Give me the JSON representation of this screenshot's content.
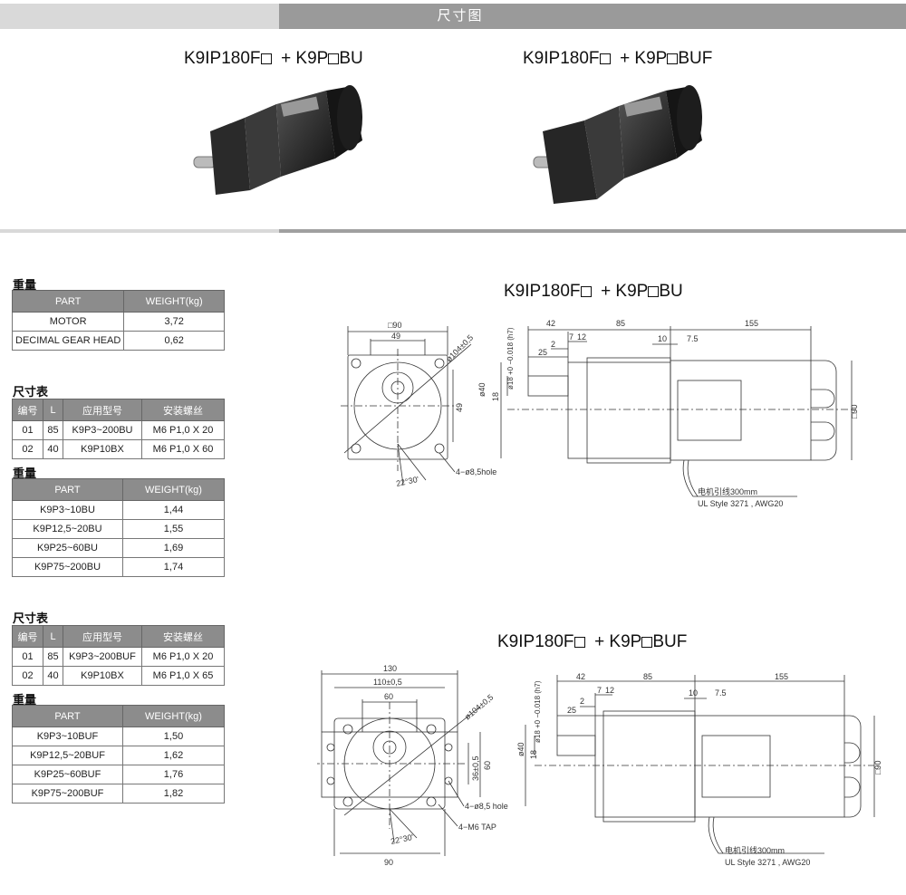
{
  "header": {
    "title": "尺寸图"
  },
  "products": [
    {
      "prefix": "K9IP180F",
      "joiner": "+ K9P",
      "suffix": "BU"
    },
    {
      "prefix": "K9IP180F",
      "joiner": "+ K9P",
      "suffix": "BUF"
    }
  ],
  "drawings": [
    {
      "prefix": "K9IP180F",
      "joiner": "+ K9P",
      "suffix": "BU"
    },
    {
      "prefix": "K9IP180F",
      "joiner": "+ K9P",
      "suffix": "BUF"
    }
  ],
  "motor_weight": {
    "label": "重量",
    "headers": [
      "PART",
      "WEIGHT(kg)"
    ],
    "rows": [
      [
        "MOTOR",
        "3,72"
      ],
      [
        "DECIMAL GEAR HEAD",
        "0,62"
      ]
    ]
  },
  "bu_dims": {
    "label": "尺寸表",
    "headers": [
      "编号",
      "L",
      "应用型号",
      "安装螺丝"
    ],
    "rows": [
      [
        "01",
        "85",
        "K9P3~200BU",
        "M6 P1,0 X 20"
      ],
      [
        "02",
        "40",
        "K9P10BX",
        "M6 P1,0 X 60"
      ]
    ]
  },
  "bu_weight": {
    "label": "重量",
    "headers": [
      "PART",
      "WEIGHT(kg)"
    ],
    "rows": [
      [
        "K9P3~10BU",
        "1,44"
      ],
      [
        "K9P12,5~20BU",
        "1,55"
      ],
      [
        "K9P25~60BU",
        "1,69"
      ],
      [
        "K9P75~200BU",
        "1,74"
      ]
    ]
  },
  "buf_dims": {
    "label": "尺寸表",
    "headers": [
      "编号",
      "L",
      "应用型号",
      "安装螺丝"
    ],
    "rows": [
      [
        "01",
        "85",
        "K9P3~200BUF",
        "M6 P1,0 X 20"
      ],
      [
        "02",
        "40",
        "K9P10BX",
        "M6 P1,0 X 65"
      ]
    ]
  },
  "buf_weight": {
    "label": "重量",
    "headers": [
      "PART",
      "WEIGHT(kg)"
    ],
    "rows": [
      [
        "K9P3~10BUF",
        "1,50"
      ],
      [
        "K9P12,5~20BUF",
        "1,62"
      ],
      [
        "K9P25~60BUF",
        "1,76"
      ],
      [
        "K9P75~200BUF",
        "1,82"
      ]
    ]
  },
  "drawing1": {
    "front": {
      "sq": "□90",
      "w49": "49",
      "dia": "ø104±0,5",
      "h49": "49",
      "angle": "22°30'",
      "hole": "4−ø8,5hole"
    },
    "side": {
      "d42": "42",
      "d85": "85",
      "d155": "155",
      "d7": "7",
      "d12": "12",
      "d25": "25",
      "d2": "2",
      "d10": "10",
      "d75": "7.5",
      "shaft": "ø18 +0 −0.018 (h7)",
      "d40": "ø40",
      "d18": "18",
      "sq90": "□90"
    },
    "lead": {
      "line1": "电机引线300mm",
      "line2": "UL Style 3271 , AWG20"
    }
  },
  "drawing2": {
    "front": {
      "w130": "130",
      "w110": "110±0,5",
      "w60": "60",
      "dia": "ø104±0,5",
      "h36": "36±0,5",
      "h60": "60",
      "hole": "4−ø8,5 hole",
      "tap": "4−M6 TAP",
      "angle": "22°30'",
      "w90": "90"
    },
    "side": {
      "d42": "42",
      "d85": "85",
      "d155": "155",
      "d7": "7",
      "d12": "12",
      "d25": "25",
      "d2": "2",
      "d10": "10",
      "d75": "7.5",
      "shaft": "ø18 +0 −0.018 (h7)",
      "d40": "ø40",
      "d18": "18",
      "sq90": "□90"
    },
    "lead": {
      "line1": "电机引线300mm",
      "line2": "UL Style 3271 , AWG20"
    }
  },
  "colors": {
    "header_band": "#9a9a9a",
    "header_band_light": "#d9d9d9",
    "table_header": "#8c8c8c"
  }
}
